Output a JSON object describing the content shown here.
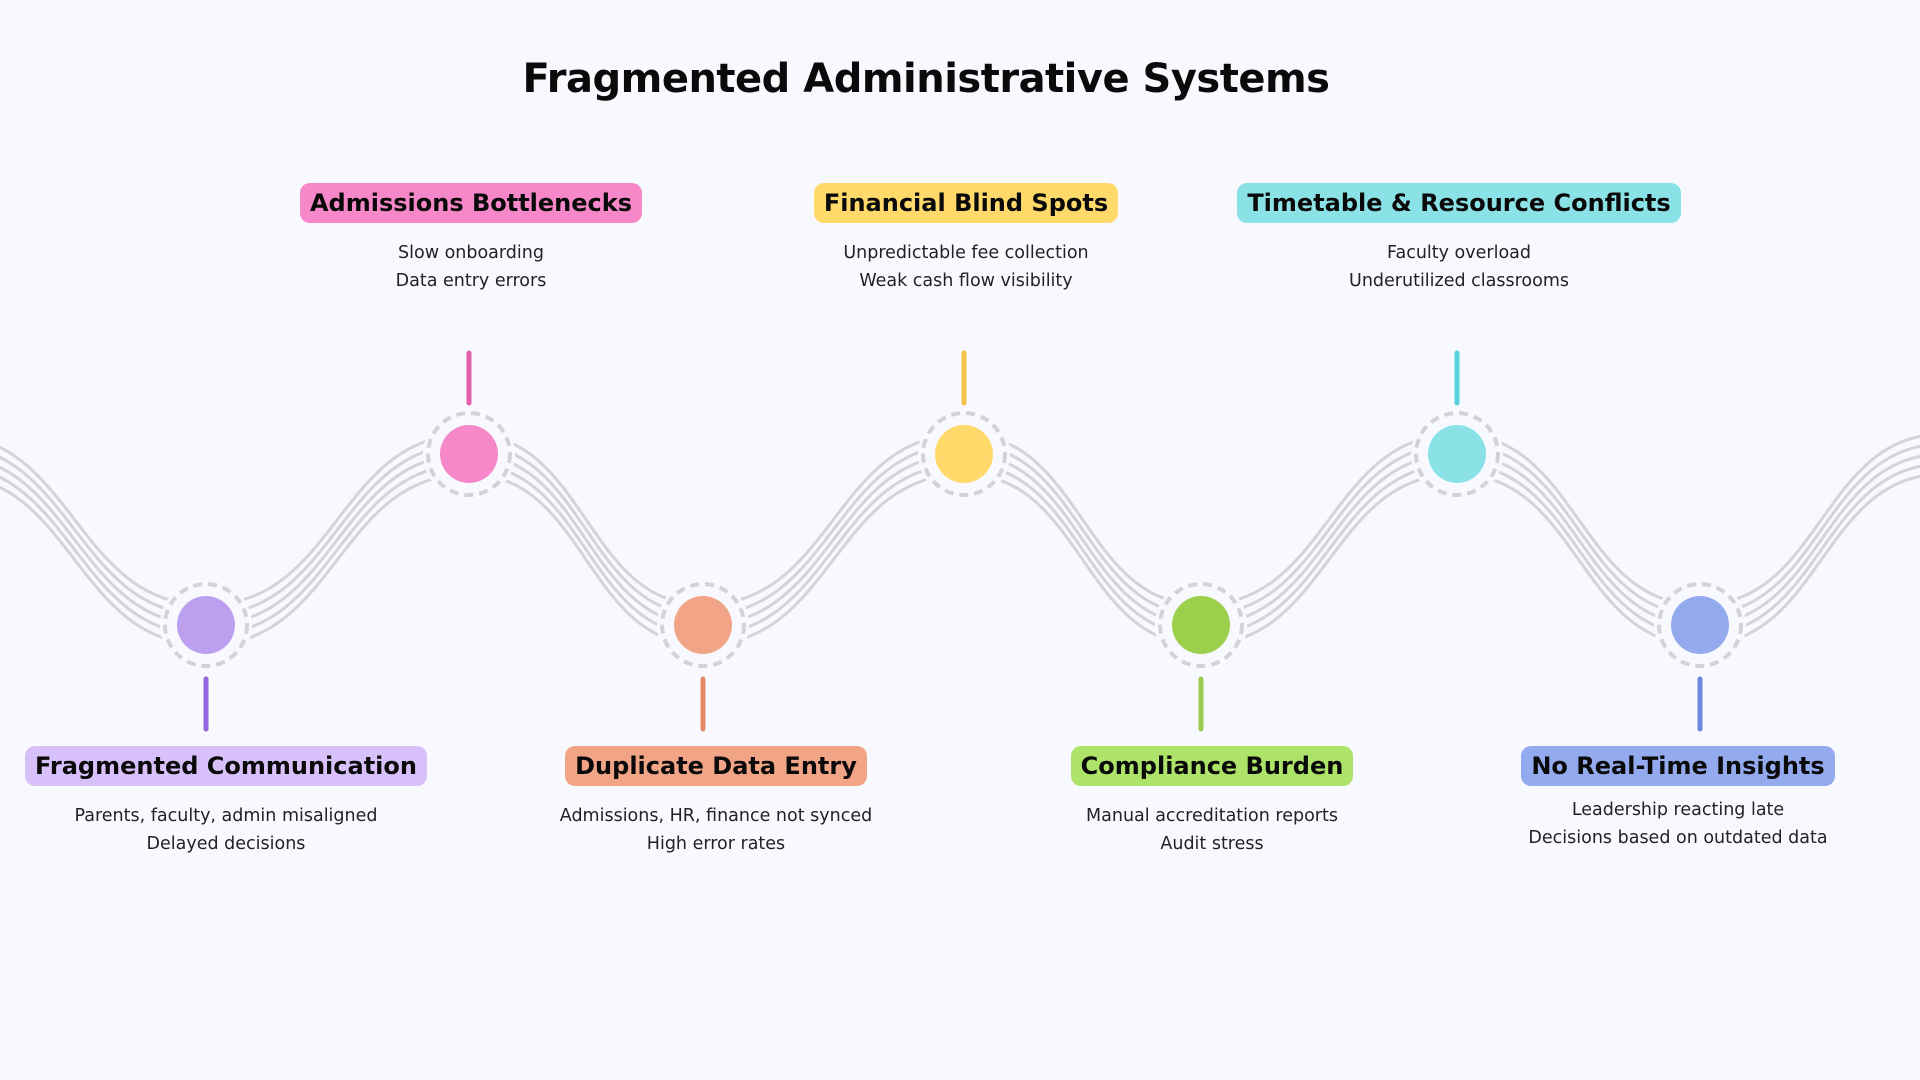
{
  "title": "Fragmented Administrative Systems",
  "wave": {
    "line_color": "#d4d4d6",
    "ring_color": "#d2d3d6"
  },
  "items": [
    {
      "position": "bottom",
      "label": "Fragmented Communication",
      "lines": [
        "Parents, faculty, admin misaligned",
        "Delayed decisions"
      ],
      "node_color": "#bca0ef",
      "stem_color": "#9465e0",
      "label_bg": "#d8c0fa"
    },
    {
      "position": "top",
      "label": "Admissions Bottlenecks",
      "lines": [
        "Slow onboarding",
        "Data entry errors"
      ],
      "node_color": "#f687c8",
      "stem_color": "#e35fae",
      "label_bg": "#f687c8"
    },
    {
      "position": "bottom",
      "label": "Duplicate Data Entry",
      "lines": [
        "Admissions, HR, finance not synced",
        "High error rates"
      ],
      "node_color": "#f1a586",
      "stem_color": "#e28b66",
      "label_bg": "#f1a586"
    },
    {
      "position": "top",
      "label": "Financial Blind Spots",
      "lines": [
        "Unpredictable fee collection",
        "Weak cash flow visibility"
      ],
      "node_color": "#ffd96a",
      "stem_color": "#f6c14a",
      "label_bg": "#ffd96a"
    },
    {
      "position": "bottom",
      "label": "Compliance Burden",
      "lines": [
        "Manual accreditation reports",
        "Audit stress"
      ],
      "node_color": "#9bcf4c",
      "stem_color": "#99cc52",
      "label_bg": "#aee36a"
    },
    {
      "position": "top",
      "label": "Timetable & Resource Conflicts",
      "lines": [
        "Faculty overload",
        "Underutilized classrooms"
      ],
      "node_color": "#8be2e6",
      "stem_color": "#56d3df",
      "label_bg": "#8be2e6"
    },
    {
      "position": "bottom",
      "label": "No Real-Time Insights",
      "lines": [
        "Leadership reacting late",
        "Decisions based on outdated data"
      ],
      "node_color": "#93aaee",
      "stem_color": "#6c88e0",
      "label_bg": "#93aaee"
    }
  ]
}
